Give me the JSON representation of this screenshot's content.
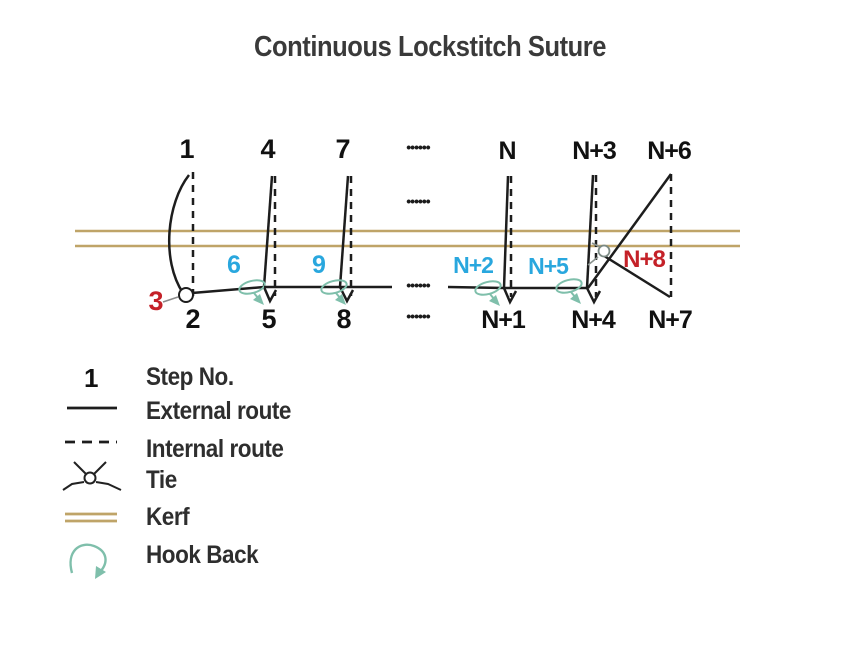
{
  "title": "Continuous Lockstitch Suture",
  "diagram": {
    "top_labels": [
      "1",
      "4",
      "7",
      "N",
      "N+3",
      "N+6"
    ],
    "bottom_labels": [
      "2",
      "5",
      "8",
      "N+1",
      "N+4",
      "N+7"
    ],
    "hook_step_labels": [
      "6",
      "9",
      "N+2",
      "N+5"
    ],
    "tie_step_labels": [
      "3",
      "N+8"
    ],
    "ellipsis": "••••••"
  },
  "legend": {
    "step_symbol": "1",
    "items": [
      {
        "symbol": "step-number",
        "label": "Step No."
      },
      {
        "symbol": "solid-line",
        "label": "External route"
      },
      {
        "symbol": "dashed-line",
        "label": "Internal route"
      },
      {
        "symbol": "tie-knot",
        "label": "Tie"
      },
      {
        "symbol": "kerf-lines",
        "label": "Kerf"
      },
      {
        "symbol": "hook-back-arrow",
        "label": "Hook Back"
      }
    ]
  },
  "colors": {
    "line_black": "#1d1d1d",
    "step_blue": "#29a7de",
    "tie_red": "#c42128",
    "kerf_tan": "#bfa468",
    "hook_teal": "#7fbfab",
    "text_dark": "#2e2e2e"
  }
}
